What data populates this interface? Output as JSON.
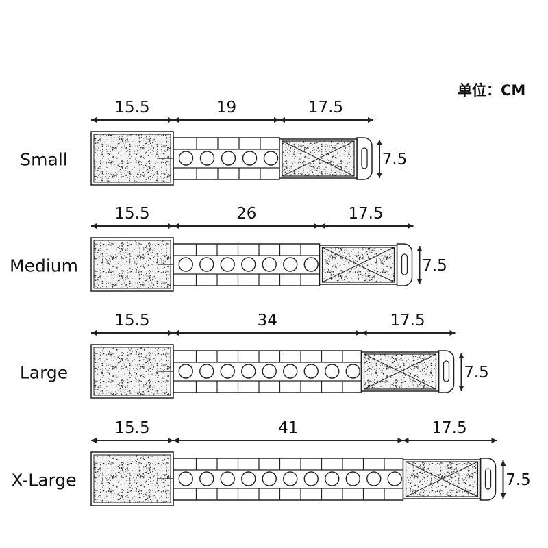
{
  "unit_label": "单位：CM",
  "colors": {
    "line": "#222222",
    "fill": "#ffffff",
    "speckle": "#333333"
  },
  "sizes": [
    {
      "name": "Small",
      "pad_length": "15.5",
      "strap_length": "19",
      "pocket_length": "17.5",
      "width": "7.5",
      "holes": 5
    },
    {
      "name": "Medium",
      "pad_length": "15.5",
      "strap_length": "26",
      "pocket_length": "17.5",
      "width": "7.5",
      "holes": 7
    },
    {
      "name": "Large",
      "pad_length": "15.5",
      "strap_length": "34",
      "pocket_length": "17.5",
      "width": "7.5",
      "holes": 9
    },
    {
      "name": "X-Large",
      "pad_length": "15.5",
      "strap_length": "41",
      "pocket_length": "17.5",
      "width": "7.5",
      "holes": 11
    }
  ]
}
